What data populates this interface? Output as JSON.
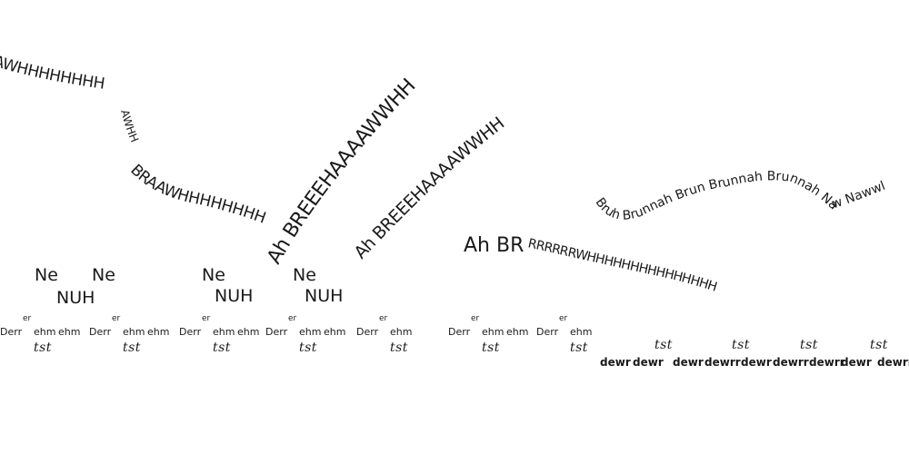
{
  "colors": {
    "ink": "#1a1a1a",
    "background": "#ffffff"
  },
  "curves": {
    "awh_top": "AWHHHHHHHH",
    "awh_mid": "AWHH",
    "braawh": "BRAAWHHHHHHHH",
    "breeeh_1": "Ah BREEEHAAAAWWHH",
    "breeeh_2": "Ah BREEEHAAAAWWHH",
    "brrr_ah_br": "Ah BR",
    "brrr_tail": "RRRRRRWHHHHHHHHHHHHHHH",
    "brunnah": "Bruh Brunnah Brun Brunnah Brunnah Naw Nawwl"
  },
  "ne_nuh": [
    {
      "ne": "Ne",
      "nuh": "NUH"
    },
    {
      "ne": "Ne",
      "nuh": ""
    },
    {
      "ne": "Ne",
      "nuh": "NUH"
    },
    {
      "ne": "Ne",
      "nuh": "NUH"
    }
  ],
  "derr_units": [
    {
      "derr": "Derr",
      "er": "er",
      "ehm1": "ehm",
      "ehm2": "ehm",
      "tst": "tst"
    },
    {
      "derr": "Derr",
      "er": "er",
      "ehm1": "ehm",
      "ehm2": "ehm",
      "tst": "tst"
    },
    {
      "derr": "Derr",
      "er": "er",
      "ehm1": "ehm",
      "ehm2": "ehm",
      "tst": "tst"
    },
    {
      "derr": "Derr",
      "er": "er",
      "ehm1": "ehm",
      "ehm2": "ehm",
      "tst": "tst"
    },
    {
      "derr": "Derr",
      "er": "er",
      "ehm1": "ehm",
      "ehm2": "",
      "tst": "tst"
    },
    {
      "derr": "Derr",
      "er": "er",
      "ehm1": "ehm",
      "ehm2": "ehm",
      "tst": "tst"
    },
    {
      "derr": "Derr",
      "er": "er",
      "ehm1": "ehm",
      "ehm2": "",
      "tst": "tst"
    }
  ],
  "tst_right": [
    "tst",
    "tst",
    "tst",
    "tst"
  ],
  "dewr_line": [
    "dewr",
    "dewr",
    "dewr",
    "dewrr",
    "dewr",
    "dewrr",
    "dewrr",
    "dewr",
    "dewrr",
    "dewr"
  ]
}
